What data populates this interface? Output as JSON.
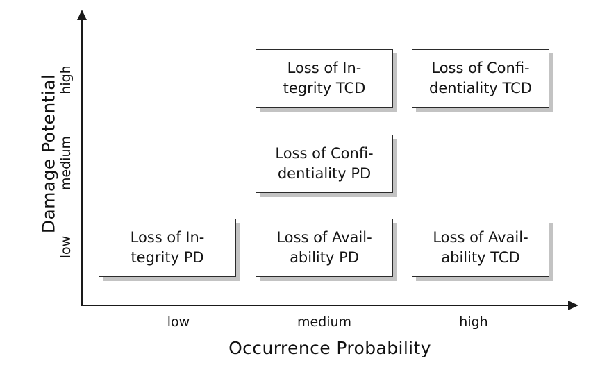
{
  "chart_data": {
    "type": "table",
    "title": "",
    "xlabel": "Occurrence Probability",
    "ylabel": "Damage Potential",
    "x_categories": [
      "low",
      "medium",
      "high"
    ],
    "y_categories": [
      "low",
      "medium",
      "high"
    ],
    "grid": false,
    "legend": null,
    "cells": [
      {
        "x": "medium",
        "y": "high",
        "line1": "Loss of In-",
        "line2": "tegrity TCD"
      },
      {
        "x": "high",
        "y": "high",
        "line1": "Loss of Confi-",
        "line2": "dentiality TCD"
      },
      {
        "x": "medium",
        "y": "medium",
        "line1": "Loss of Confi-",
        "line2": "dentiality PD"
      },
      {
        "x": "low",
        "y": "low",
        "line1": "Loss of In-",
        "line2": "tegrity PD"
      },
      {
        "x": "medium",
        "y": "low",
        "line1": "Loss of Avail-",
        "line2": "ability PD"
      },
      {
        "x": "high",
        "y": "low",
        "line1": "Loss of Avail-",
        "line2": "ability TCD"
      }
    ]
  },
  "axes": {
    "y_title": "Damage Potential",
    "x_title": "Occurrence Probability",
    "y_ticks": [
      "high",
      "medium",
      "low"
    ],
    "x_ticks": [
      "low",
      "medium",
      "high"
    ],
    "axis_color": "#1a1a1a"
  },
  "boxes": [
    {
      "line1": "Loss of In-",
      "line2": "tegrity TCD"
    },
    {
      "line1": "Loss of Confi-",
      "line2": "dentiality TCD"
    },
    {
      "line1": "Loss of Confi-",
      "line2": "dentiality PD"
    },
    {
      "line1": "Loss of In-",
      "line2": "tegrity PD"
    },
    {
      "line1": "Loss of Avail-",
      "line2": "ability PD"
    },
    {
      "line1": "Loss of Avail-",
      "line2": "ability TCD"
    }
  ],
  "style": {
    "box_border_color": "#2b2b2b",
    "box_fill_color": "#ffffff",
    "box_shadow_color": "#c3c3c3",
    "text_color": "#141414",
    "background_color": "#ffffff"
  }
}
